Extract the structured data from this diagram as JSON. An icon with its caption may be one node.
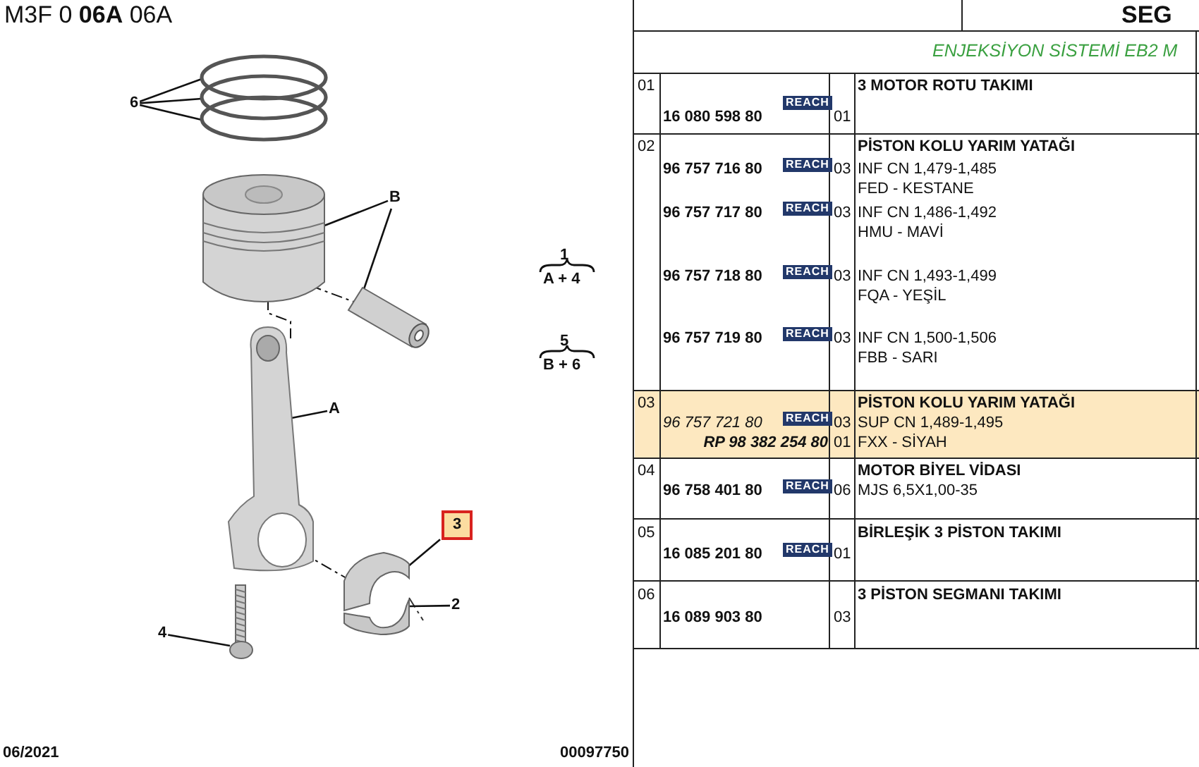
{
  "diagram": {
    "nodes": [
      {
        "text": [
          "6"
        ]
      },
      {
        "text": [],
        "shape": "circle"
      },
      {
        "text": [],
        "shape": "circle"
      },
      {
        "text": [],
        "shape": "circle"
      },
      {
        "text": [
          "B"
        ]
      },
      {
        "text": [],
        "shape": "picture"
      },
      {
        "text": [],
        "shape": "picture"
      },
      {
        "text": [
          "A"
        ]
      },
      {
        "text": [],
        "shape": "picture"
      },
      {
        "text": [
          "3"
        ]
      },
      {
        "text": [],
        "shape": "picture"
      },
      {
        "text": [
          "2"
        ]
      },
      {
        "text": [],
        "shape": "picture"
      },
      {
        "text": [
          "4"
        ]
      },
      {
        "text": [],
        "shape": "picture"
      }
    ],
    "edges": [
      {
        "from": 0,
        "to": 1,
        "arrow": "none"
      },
      {
        "from": 0,
        "to": 2,
        "arrow": "none"
      },
      {
        "from": 0,
        "to": 3,
        "arrow": "none"
      },
      {
        "from": 4,
        "to": 5,
        "arrow": "none"
      },
      {
        "from": 4,
        "to": 6,
        "arrow": "none"
      },
      {
        "from": 7,
        "to": 8,
        "arrow": "none"
      },
      {
        "from": 9,
        "to": 10,
        "arrow": "none"
      },
      {
        "from": 11,
        "to": 12,
        "arrow": "none"
      },
      {
        "from": 13,
        "to": 14,
        "arrow": "none"
      },
      {
        "from": 5,
        "to": 6,
        "arrow": "none",
        "style": "dashed"
      },
      {
        "from": 5,
        "to": 8,
        "arrow": "none",
        "style": "dashed"
      },
      {
        "from": 8,
        "to": 10,
        "arrow": "none",
        "style": "dashed"
      }
    ],
    "labels": [
      "M3F 0 **06A** 06A",
      "SEG",
      "ENJEKSİYON SİSTEMİ EB2 M",
      "1",
      "A + 4",
      "5",
      "B + 6",
      "01",
      "16 080 598 80",
      "REACH",
      "01",
      "3 MOTOR ROTU TAKIMI",
      "02",
      "PİSTON KOLU YARIM YATAĞI",
      "96 757 716 80",
      "REACH",
      "03",
      "INF CN 1,479-1,485",
      "FED - KESTANE",
      "96 757 717 80",
      "REACH",
      "03",
      "INF CN 1,486-1,492",
      "HMU - MAVİ",
      "96 757 718 80",
      "REACH",
      "03",
      "INF CN 1,493-1,499",
      "FQA - YEŞİL",
      "96 757 719 80",
      "REACH",
      "03",
      "INF CN 1,500-1,506",
      "FBB - SARI",
      "03",
      "PİSTON KOLU YARIM YATAĞI",
      "96 757 721 80",
      "REACH",
      "03",
      "SUP CN 1,489-1,495",
      "RP 98 382 254 80",
      "01",
      "FXX - SİYAH",
      "04",
      "MOTOR BİYEL VİDASI",
      "96 758 401 80",
      "REACH",
      "06",
      "MJS 6,5X1,00-35",
      "05",
      "BİRLEŞİK 3 PİSTON TAKIMI",
      "16 085 201 80",
      "REACH",
      "01",
      "06",
      "3 PİSTON SEGMANI TAKIMI",
      "16 089 903 80",
      "03",
      "06/2021",
      "00097750"
    ]
  }
}
